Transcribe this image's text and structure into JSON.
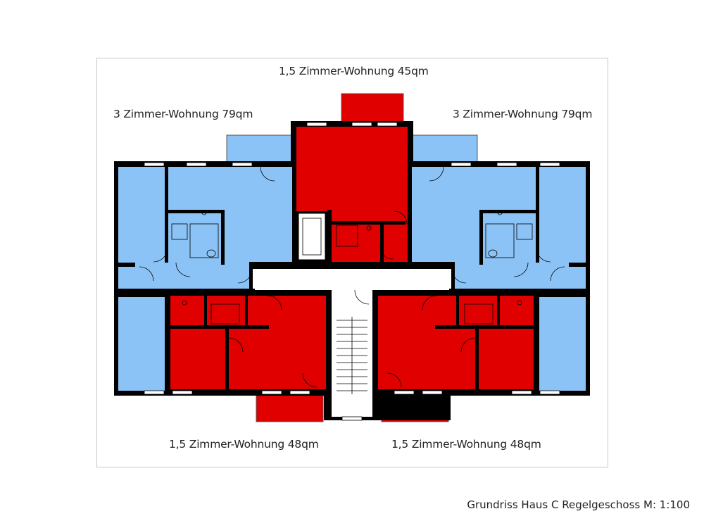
{
  "labels": {
    "top_unit": "1,5 Zimmer-Wohnung 45qm",
    "left_unit": "3 Zimmer-Wohnung 79qm",
    "right_unit": "3 Zimmer-Wohnung 79qm",
    "bottom_left_unit": "1,5 Zimmer-Wohnung 48qm",
    "bottom_right_unit": "1,5 Zimmer-Wohnung 48qm"
  },
  "caption": "Grundriss Haus C Regelgeschoss M: 1:100",
  "colors": {
    "blue_unit": "#8cc3f6",
    "red_unit": "#e00000",
    "wall": "#000000",
    "circulation": "#ffffff",
    "frame": "#c8c8c8"
  }
}
